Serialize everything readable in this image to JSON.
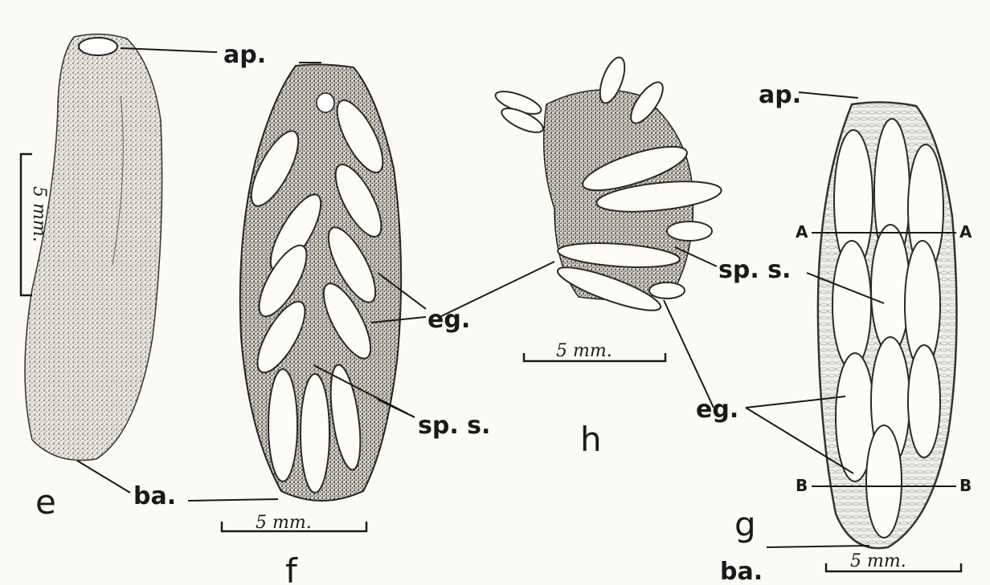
{
  "labels": {
    "ap": "ap.",
    "ba": "ba.",
    "eg": "eg.",
    "sps": "sp. s.",
    "A": "A",
    "B": "B"
  },
  "scale_label": "5 mm.",
  "scale_label_e": "5 mm.",
  "figures": {
    "e": "e",
    "f": "f",
    "g": "g",
    "h": "h"
  }
}
